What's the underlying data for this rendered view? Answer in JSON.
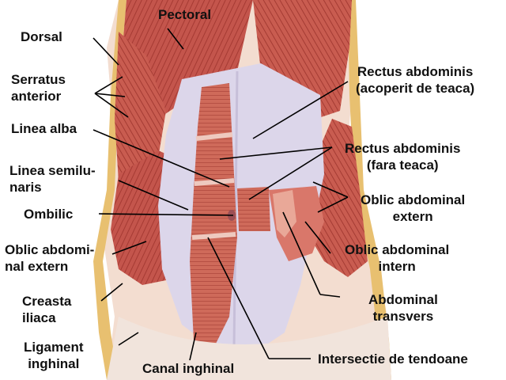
{
  "labels": {
    "pectoral": "Pectoral",
    "dorsal": "Dorsal",
    "serratus": [
      "Serratus",
      "anterior"
    ],
    "linea_alba": "Linea alba",
    "linea_semilunaris": [
      "Linea semilu-",
      "naris"
    ],
    "ombilic": "Ombilic",
    "oblic_extern_left": [
      "Oblic abdomi-",
      "nal extern"
    ],
    "creasta": [
      "Creasta",
      "iliaca"
    ],
    "ligament": [
      "Ligament",
      "inghinal"
    ],
    "canal": "Canal inghinal",
    "rectus_covered": [
      "Rectus abdominis",
      "(acoperit de teaca)"
    ],
    "rectus_uncovered": [
      "Rectus abdominis",
      "(fara teaca)"
    ],
    "oblic_extern_right": [
      "Oblic abdominal",
      "extern"
    ],
    "oblic_intern": [
      "Oblic abdominal",
      "intern"
    ],
    "transvers": [
      "Abdominal",
      "transvers"
    ],
    "intersectie": "Intersectie de tendoane"
  },
  "colors": {
    "muscle": "#c8524a",
    "muscle_light": "#e08a7c",
    "sheath": "#dcd6ea",
    "fat": "#e8c070",
    "skin": "#f3ddd0"
  }
}
